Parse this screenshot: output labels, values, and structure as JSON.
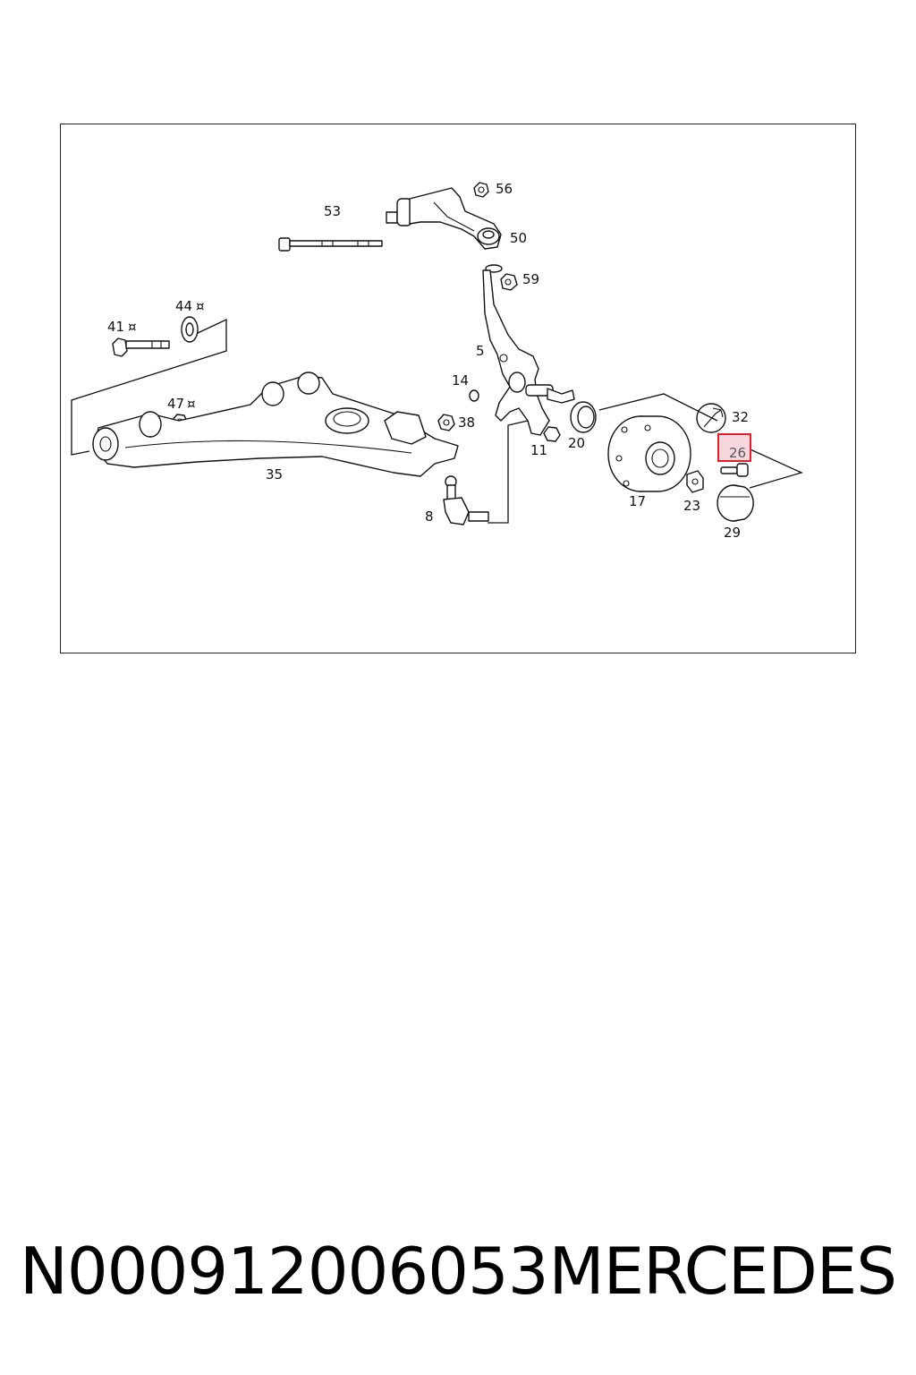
{
  "diagram": {
    "callouts": {
      "c53": "53",
      "c56": "56",
      "c50": "50",
      "c59": "59",
      "c44": "44",
      "c41": "41",
      "c5": "5",
      "c14": "14",
      "c47": "47",
      "c38": "38",
      "c32": "32",
      "c26": "26",
      "c11": "11",
      "c20": "20",
      "c35": "35",
      "c17": "17",
      "c23": "23",
      "c29": "29",
      "c8": "8"
    },
    "footnote_mark": "¤",
    "highlighted_part": "26",
    "highlight_color": "#e0202a",
    "highlight_fill": "#f9d7de"
  },
  "footer": {
    "part_number": "N000912006053",
    "brand": "MERCEDES"
  }
}
